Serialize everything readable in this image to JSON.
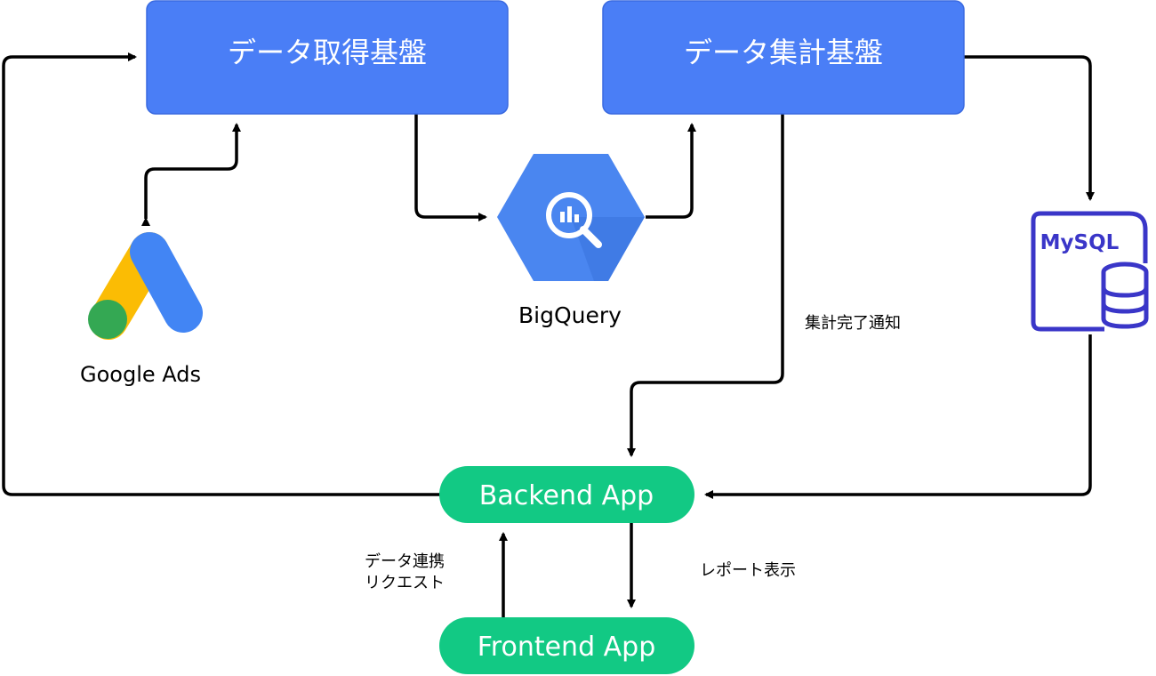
{
  "nodes": {
    "acquisition": {
      "label": "データ取得基盤"
    },
    "aggregation": {
      "label": "データ集計基盤"
    },
    "bigquery": {
      "label": "BigQuery"
    },
    "google_ads": {
      "label": "Google Ads"
    },
    "mysql": {
      "label": "MySQL"
    },
    "backend": {
      "label": "Backend App"
    },
    "frontend": {
      "label": "Frontend App"
    }
  },
  "edge_labels": {
    "aggregation_done": "集計完了通知",
    "data_request_line1": "データ連携",
    "data_request_line2": "リクエスト",
    "report_display": "レポート表示"
  },
  "colors": {
    "platform_fill": "#4a7ef6",
    "platform_stroke": "#3a6ae0",
    "app_fill": "#12c984",
    "bigquery_blue": "#4a86f0",
    "mysql_indigo": "#3a36c8",
    "arrow": "#000000",
    "ads_yellow": "#fbbc04",
    "ads_blue": "#4285f4",
    "ads_green": "#34a853"
  }
}
